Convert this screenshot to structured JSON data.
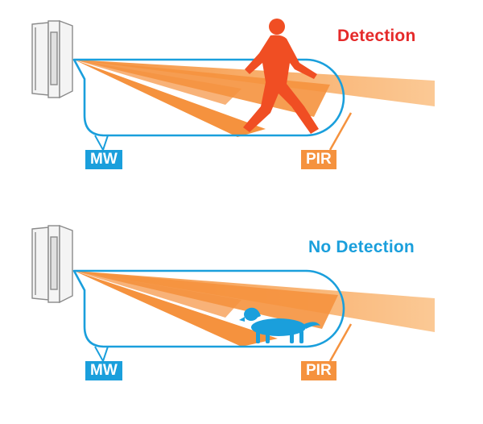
{
  "panels": [
    {
      "heading": "Detection",
      "microwave_label": "MW",
      "pir_label": "PIR",
      "subject_icon": "walking-person-icon",
      "subject_color": "#f04e23"
    },
    {
      "heading": "No Detection",
      "microwave_label": "MW",
      "pir_label": "PIR",
      "subject_icon": "dachshund-dog-icon",
      "subject_color": "#1a9fdc"
    }
  ],
  "colors": {
    "detection_text": "#e52a2a",
    "no_detection_text": "#1a9fdc",
    "microwave": "#1a9fdc",
    "pir": "#f5923e",
    "pir_light": "#fbc995",
    "sensor_outline": "#8a8a8a"
  }
}
